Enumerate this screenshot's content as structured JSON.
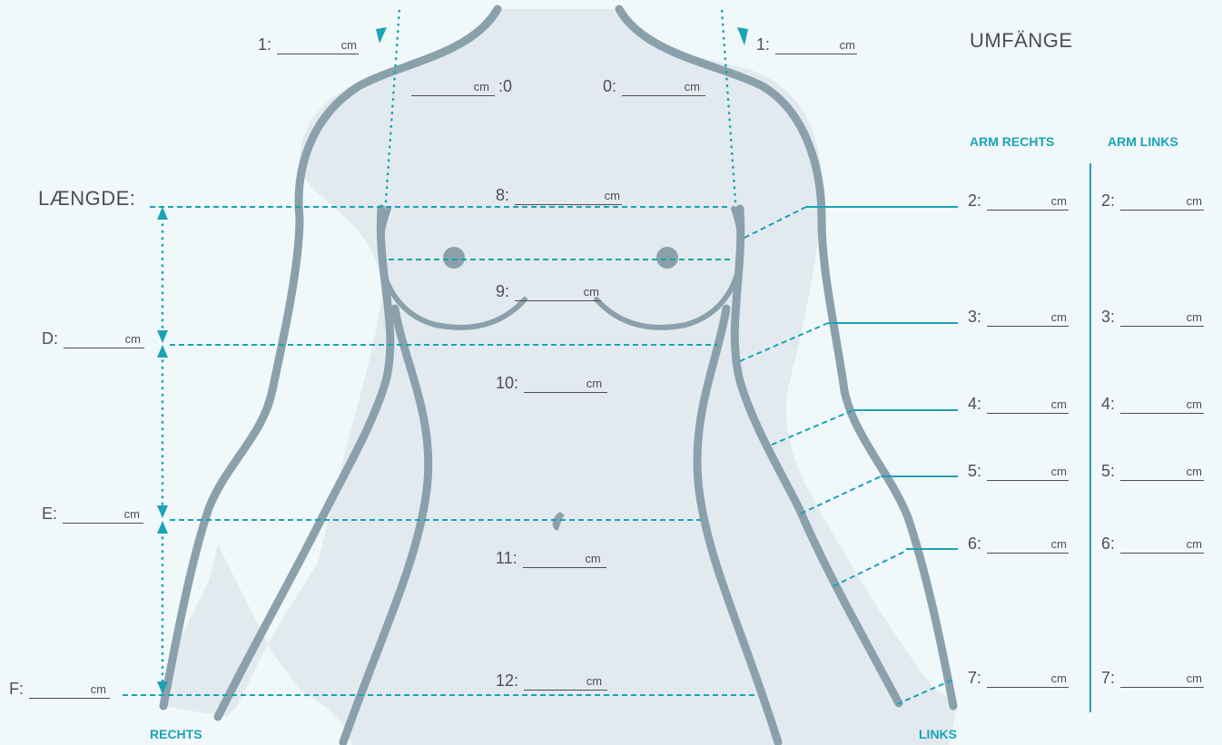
{
  "headings": {
    "umfaenge": "UMFÄNGE",
    "laengde": "LÆNGDE:"
  },
  "columns": {
    "arm_right": "ARM RECHTS",
    "arm_left": "ARM LINKS"
  },
  "sides": {
    "right": "RECHTS",
    "left": "LINKS"
  },
  "unit": "cm",
  "labels": {
    "m1": "1:",
    "m0": "0:",
    "m0_rev": ":0",
    "m2": "2:",
    "m3": "3:",
    "m4": "4:",
    "m5": "5:",
    "m6": "6:",
    "m7": "7:",
    "m8": "8:",
    "m9": "9:",
    "m10": "10:",
    "m11": "11:",
    "m12": "12:",
    "mD": "D:",
    "mE": "E:",
    "mF": "F:"
  },
  "values": {
    "neck_left": "",
    "neck_right": "",
    "shoulder_left": "",
    "shoulder_right": "",
    "chest_8": "",
    "bust_9": "",
    "waist_10": "",
    "abdomen_11": "",
    "hip_12": "",
    "length_d": "",
    "length_e": "",
    "length_f": "",
    "arm_right_2": "",
    "arm_right_3": "",
    "arm_right_4": "",
    "arm_right_5": "",
    "arm_right_6": "",
    "arm_right_7": "",
    "arm_left_2": "",
    "arm_left_3": "",
    "arm_left_4": "",
    "arm_left_5": "",
    "arm_left_6": "",
    "arm_left_7": ""
  },
  "colors": {
    "accent": "#1aa3b5",
    "body_fill": "#e3eaef",
    "body_stroke": "#8aa1ac",
    "background": "#f1f8fa",
    "text": "#4a4f55"
  }
}
